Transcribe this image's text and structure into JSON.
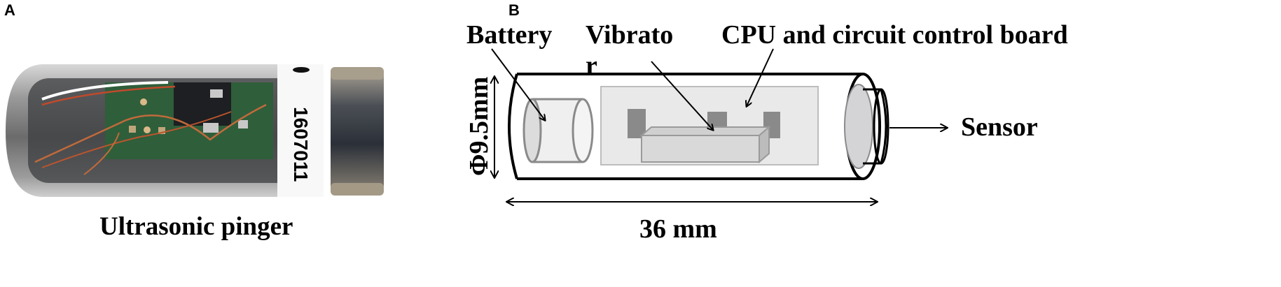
{
  "panel_a": {
    "letter": "A",
    "caption": "Ultrasonic pinger",
    "tag_number": "1607011"
  },
  "panel_b": {
    "letter": "B",
    "labels": {
      "battery": "Battery",
      "vibrator_line1": "Vibrato",
      "vibrator_line2": "r",
      "cpu": "CPU and circuit control board",
      "sensor": "Sensor",
      "diameter": "Φ9.5mm",
      "length": "36 mm"
    }
  }
}
